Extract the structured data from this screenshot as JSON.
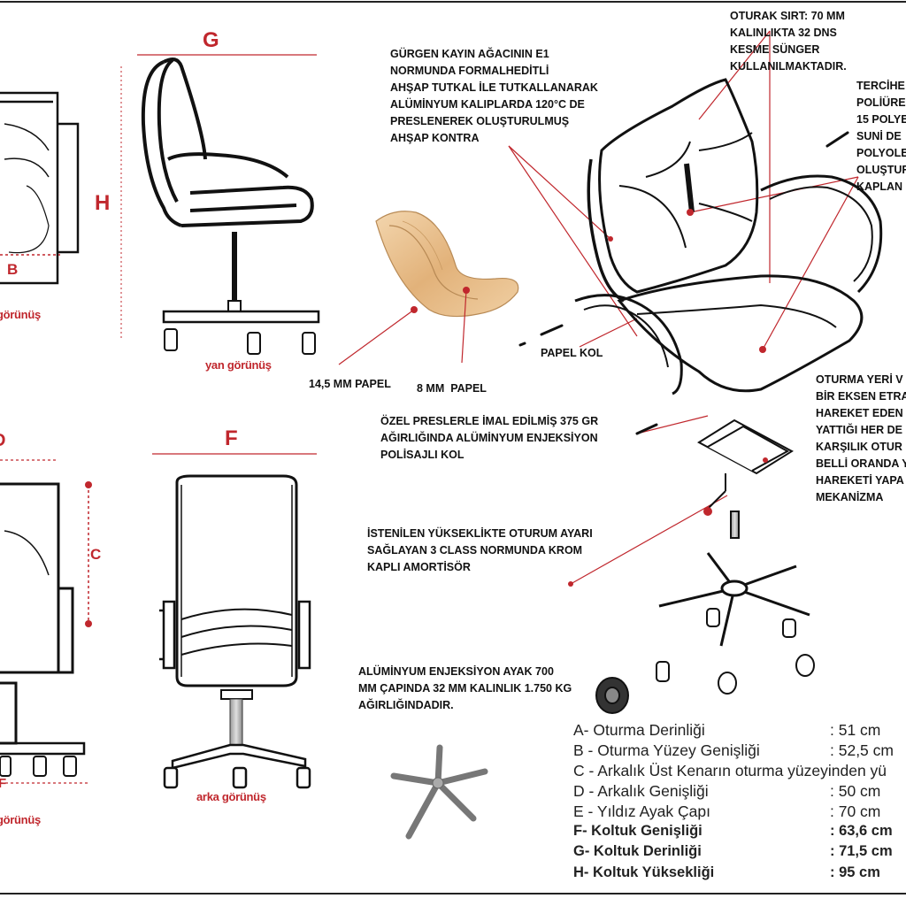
{
  "view_labels": {
    "g": "G",
    "h": "H",
    "f": "F",
    "d_partial": "D",
    "b": "B",
    "c": "C",
    "f_partial": "F",
    "side_view": "yan görünüş",
    "back_view": "arka görünüş",
    "front_view_partial": "görünüş",
    "front_view_partial2": "görünüş"
  },
  "annotations": {
    "wood_plywood": "GÜRGEN KAYIN AĞACININ E1\nNORMUNDA FORMALHEDİTLİ\nAHŞAP TUTKAL İLE TUTKALLANARAK\nALÜMİNYUM KALIPLARDA 120°C DE\nPRESLENEREK OLUŞTURULMUŞ\nAHŞAP KONTRA",
    "seat_back_foam": "OTURAK SIRT: 70 MM\nKALINLIKTA 32 DNS\nKESME SÜNGER\nKULLANILMAKTADIR.",
    "upholstery_partial": "TERCİHE\nPOLİÜRE\n15 POLYE\nSUNİ DE\nPOLYOLE\nOLUŞTUR\nKAPLAN",
    "papel_145": "14,5 MM PAPEL",
    "papel_8": "8 MM  PAPEL",
    "papel_kol": "PAPEL KOL",
    "armrest": "ÖZEL PRESLERLE İMAL EDİLMİŞ 375 GR\nAĞIRLIĞINDA ALÜMİNYUM ENJEKSİYON\nPOLİSAJLI KOL",
    "mechanism_partial": "OTURMA YERİ V\nBİR EKSEN ETRA\nHAREKET EDEN\nYATTIĞI HER DE\nKARŞILIK OTUR\nBELLİ ORANDA Y\nHAREKETİ YAPA\nMEKANİZMA",
    "gas_lift": "İSTENİLEN YÜKSEKLİKTE OTURUM AYARI\nSAĞLAYAN 3 CLASS NORMUNDA KROM\nKAPLI AMORTİSÖR",
    "base": "ALÜMİNYUM ENJEKSİYON AYAK 700\nMM ÇAPINDA 32 MM KALINLIK 1.750 KG\nAĞIRLIĞINDADIR."
  },
  "specs": [
    {
      "label": "A- Oturma Derinliği",
      "value": ": 51 cm",
      "bold": false
    },
    {
      "label": "B - Oturma Yüzey Genişliği",
      "value": ": 52,5 cm",
      "bold": false
    },
    {
      "label": "C - Arkalık Üst Kenarın oturma yüzeyinden yü",
      "value": "",
      "bold": false
    },
    {
      "label": "D - Arkalık Genişliği",
      "value": ": 50 cm",
      "bold": false
    },
    {
      "label": "E - Yıldız Ayak Çapı",
      "value": ": 70 cm",
      "bold": false
    },
    {
      "label": "F- Koltuk Genişliği",
      "value": ": 63,6 cm",
      "bold": true
    },
    {
      "label": "G-  Koltuk Derinliği",
      "value": ":  71,5 cm",
      "bold": true
    },
    {
      "label": "H- Koltuk Yüksekliği",
      "value": ":  95 cm",
      "bold": true
    }
  ],
  "colors": {
    "accent_red": "#c0272d",
    "line_dark": "#111111",
    "wood": "#e7c190"
  },
  "icons": [
    "office-chair-side-icon",
    "office-chair-back-icon",
    "office-chair-exploded-icon",
    "plywood-shell-icon",
    "caster-wheel-icon",
    "star-base-icon",
    "tilt-mechanism-icon",
    "gas-lift-icon",
    "screw-icon"
  ]
}
